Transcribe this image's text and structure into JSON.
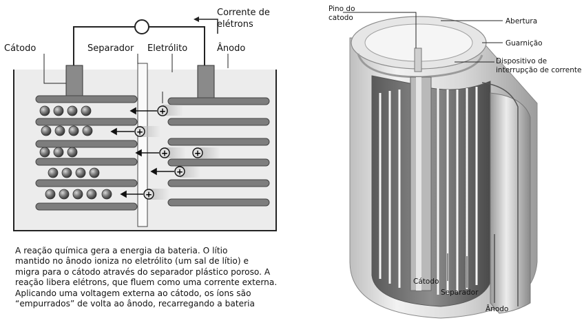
{
  "left_diagram": {
    "labels": {
      "cathode": "Cátodo",
      "separator": "Separador",
      "electrolyte": "Eletrólito",
      "anode": "Ânodo",
      "current_line1": "Corrente de",
      "current_line2": "elétrons"
    },
    "ion_sign": "+",
    "caption_lines": [
      "A reação química gera a energia da bateria. O lítio",
      "mantido no ânodo ioniza no eletrólito (um sal de lítio) e",
      "migra para o cátodo através do separador plástico poroso. A",
      "reação libera elétrons, que fluem como uma corrente externa.",
      "Aplicando uma voltagem externa ao cátodo, os íons são",
      "“empurrados” de volta ao ânodo, recarregando a bateria"
    ]
  },
  "right_diagram": {
    "labels": {
      "cathode_pin_line1": "Pino do",
      "cathode_pin_line2": "catodo",
      "vent": "Abertura",
      "gasket": "Guarnição",
      "cid_line1": "Dispositivo de",
      "cid_line2": "interrupção de corrente",
      "cathode": "Cátodo",
      "separator": "Separador",
      "anode": "Ânodo"
    }
  }
}
